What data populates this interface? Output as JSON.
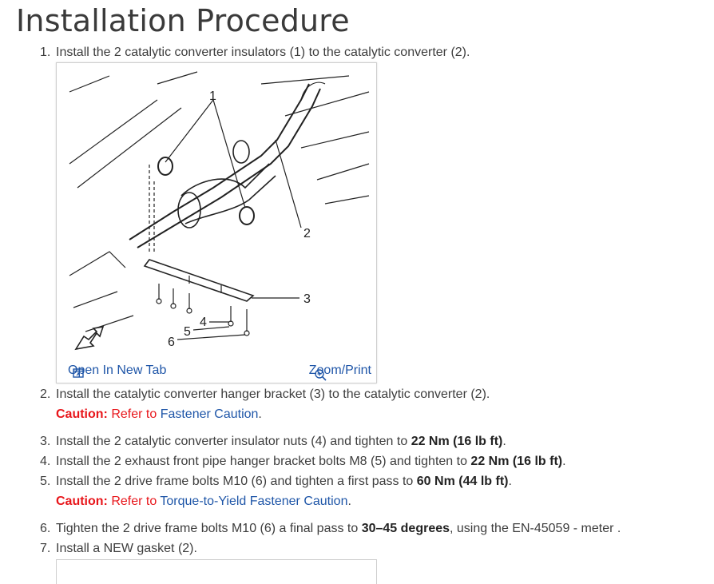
{
  "page": {
    "title": "Installation Procedure"
  },
  "figure": {
    "callouts": [
      "1",
      "2",
      "3",
      "4",
      "5",
      "6"
    ],
    "open_tab_label": "Open In New Tab",
    "zoom_label": "Zoom/Print"
  },
  "steps": [
    {
      "num": "1.",
      "text": "Install the 2 catalytic converter insulators (1) to the catalytic converter (2)."
    },
    {
      "num": "2.",
      "text": "Install the catalytic converter hanger bracket (3) to the catalytic converter (2)."
    },
    {
      "num": "3.",
      "pre": "Install the 2 catalytic converter insulator nuts (4) and tighten to ",
      "bold": "22 Nm (16 lb ft)",
      "post": "."
    },
    {
      "num": "4.",
      "pre": "Install the 2 exhaust front pipe hanger bracket bolts M8 (5) and tighten to ",
      "bold": "22 Nm (16 lb ft)",
      "post": "."
    },
    {
      "num": "5.",
      "pre": "Install the 2 drive frame bolts M10 (6) and tighten a first pass to ",
      "bold": "60 Nm (44 lb ft)",
      "post": "."
    },
    {
      "num": "6.",
      "pre": "Tighten the 2 drive frame bolts M10 (6) a final pass to ",
      "bold": "30–45 degrees",
      "post": ", using the EN-45059 - meter ."
    },
    {
      "num": "7.",
      "text": "Install a NEW gasket (2)."
    }
  ],
  "cautions": [
    {
      "title": "Caution:",
      "text": " Refer to ",
      "link": "Fastener Caution",
      "end": "."
    },
    {
      "title": "Caution:",
      "text": " Refer to ",
      "link": "Torque-to-Yield Fastener Caution",
      "end": "."
    }
  ],
  "colors": {
    "caution": "#e8161b",
    "link": "#1f56a8",
    "text": "#3d3d3d"
  }
}
